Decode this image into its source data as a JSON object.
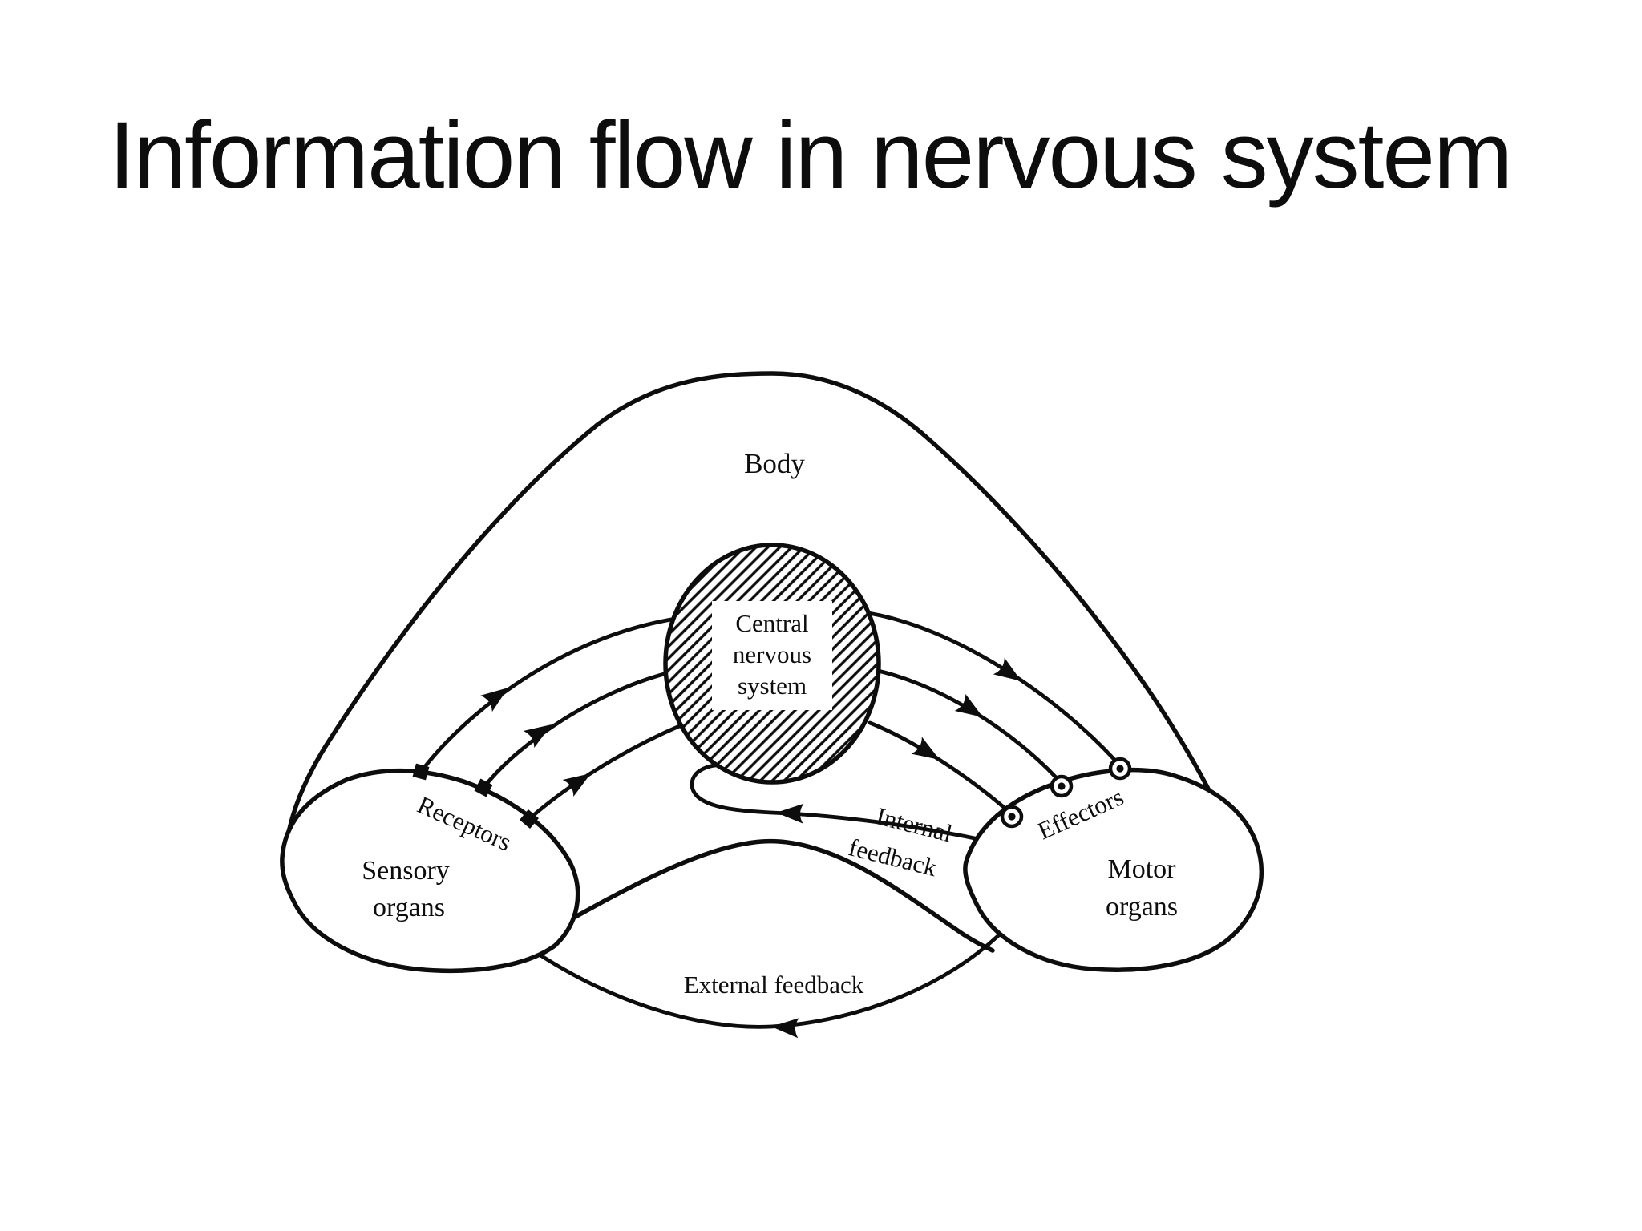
{
  "slide": {
    "title": "Information flow in nervous system"
  },
  "diagram": {
    "body_label": "Body",
    "cns": {
      "line1": "Central",
      "line2": "nervous",
      "line3": "system"
    },
    "sensory": {
      "edge_label": "Receptors",
      "name_line1": "Sensory",
      "name_line2": "organs"
    },
    "motor": {
      "edge_label": "Effectors",
      "name_line1": "Motor",
      "name_line2": "organs"
    },
    "internal_feedback": {
      "line1": "Internal",
      "line2": "feedback"
    },
    "external_feedback": {
      "label": "External feedback"
    },
    "afferent_pathway_count": 3,
    "efferent_pathway_count": 3,
    "colors": {
      "ink": "#0d0d0d",
      "paper": "#ffffff"
    }
  }
}
